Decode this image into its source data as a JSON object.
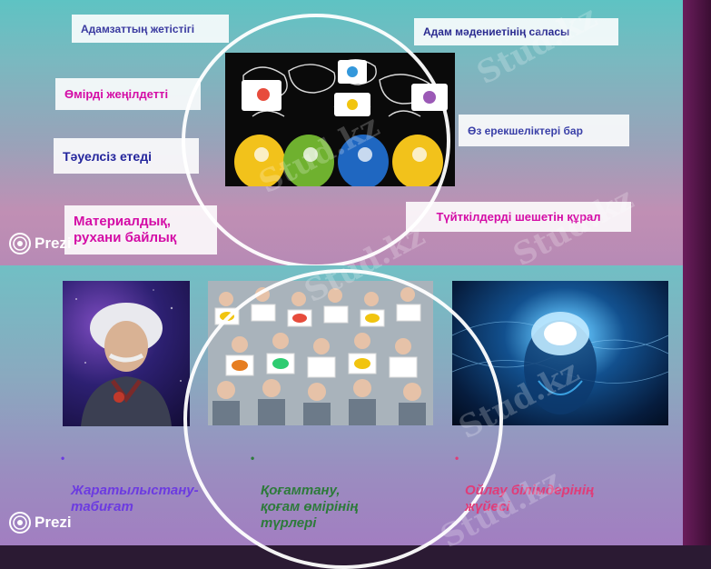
{
  "slide_top": {
    "labels": {
      "achievement": "Адамзаттың жетістігі",
      "culture_branch": "Адам мәдениетінің саласы",
      "ease_life": "Өмірді жеңілдетті",
      "independent": "Тәуелсіз етеді",
      "features": "Өз ерекшеліктері бар",
      "problem_tool": "Түйткілдерді шешетін құрал",
      "material_spiritual": "Материалдық,\nрухани байлық"
    },
    "prezi_text": "Prezi"
  },
  "slide_bottom": {
    "bullets": [
      {
        "text": "Жаратылыстану-\nтабиғат",
        "color": "#6c3be0"
      },
      {
        "text": "Қоғамтану,\nқоғам өмірінің\nтүрлері",
        "color": "#2d7a3a"
      },
      {
        "text": "Ойлау білімдерінің\nжүйесі",
        "color": "#e03c78"
      }
    ],
    "prezi_text": "Prezi"
  },
  "watermark_text": "Stud.kz",
  "colors": {
    "magenta": "#d40ca6",
    "navy": "#23259c",
    "side_strip": "#4a1240"
  }
}
